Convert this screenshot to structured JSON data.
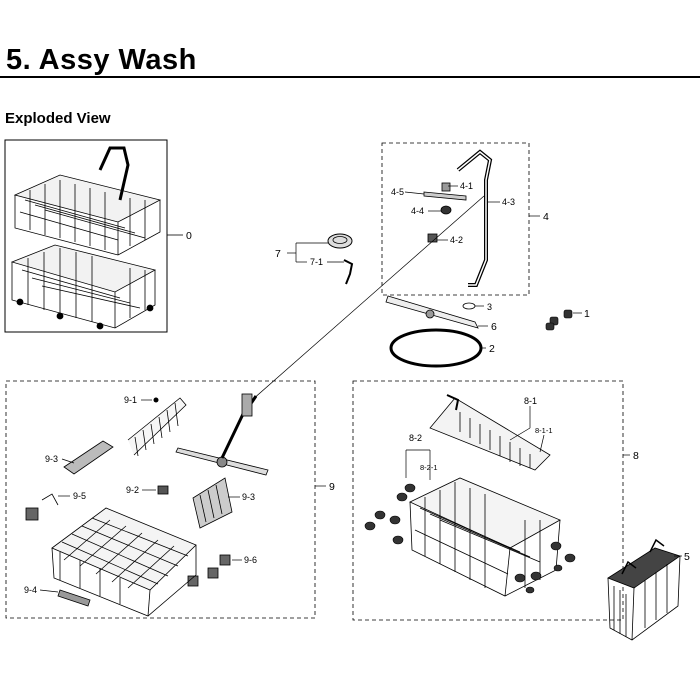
{
  "header": {
    "title": "5.  Assy Wash",
    "subtitle": "Exploded View"
  },
  "labels": {
    "p0": "0",
    "p1": "1",
    "p2": "2",
    "p3": "3",
    "p4": "4",
    "p4_1": "4-1",
    "p4_2": "4-2",
    "p4_3": "4-3",
    "p4_4": "4-4",
    "p4_5": "4-5",
    "p5": "5",
    "p6": "6",
    "p7": "7",
    "p7_1": "7-1",
    "p8": "8",
    "p8_1": "8-1",
    "p8_1_1": "8-1-1",
    "p8_2": "8-2",
    "p8_2_1": "8-2-1",
    "p9": "9",
    "p9_1": "9-1",
    "p9_2": "9-2",
    "p9_3a": "9-3",
    "p9_3b": "9-3",
    "p9_4": "9-4",
    "p9_5": "9-5",
    "p9_6": "9-6"
  }
}
